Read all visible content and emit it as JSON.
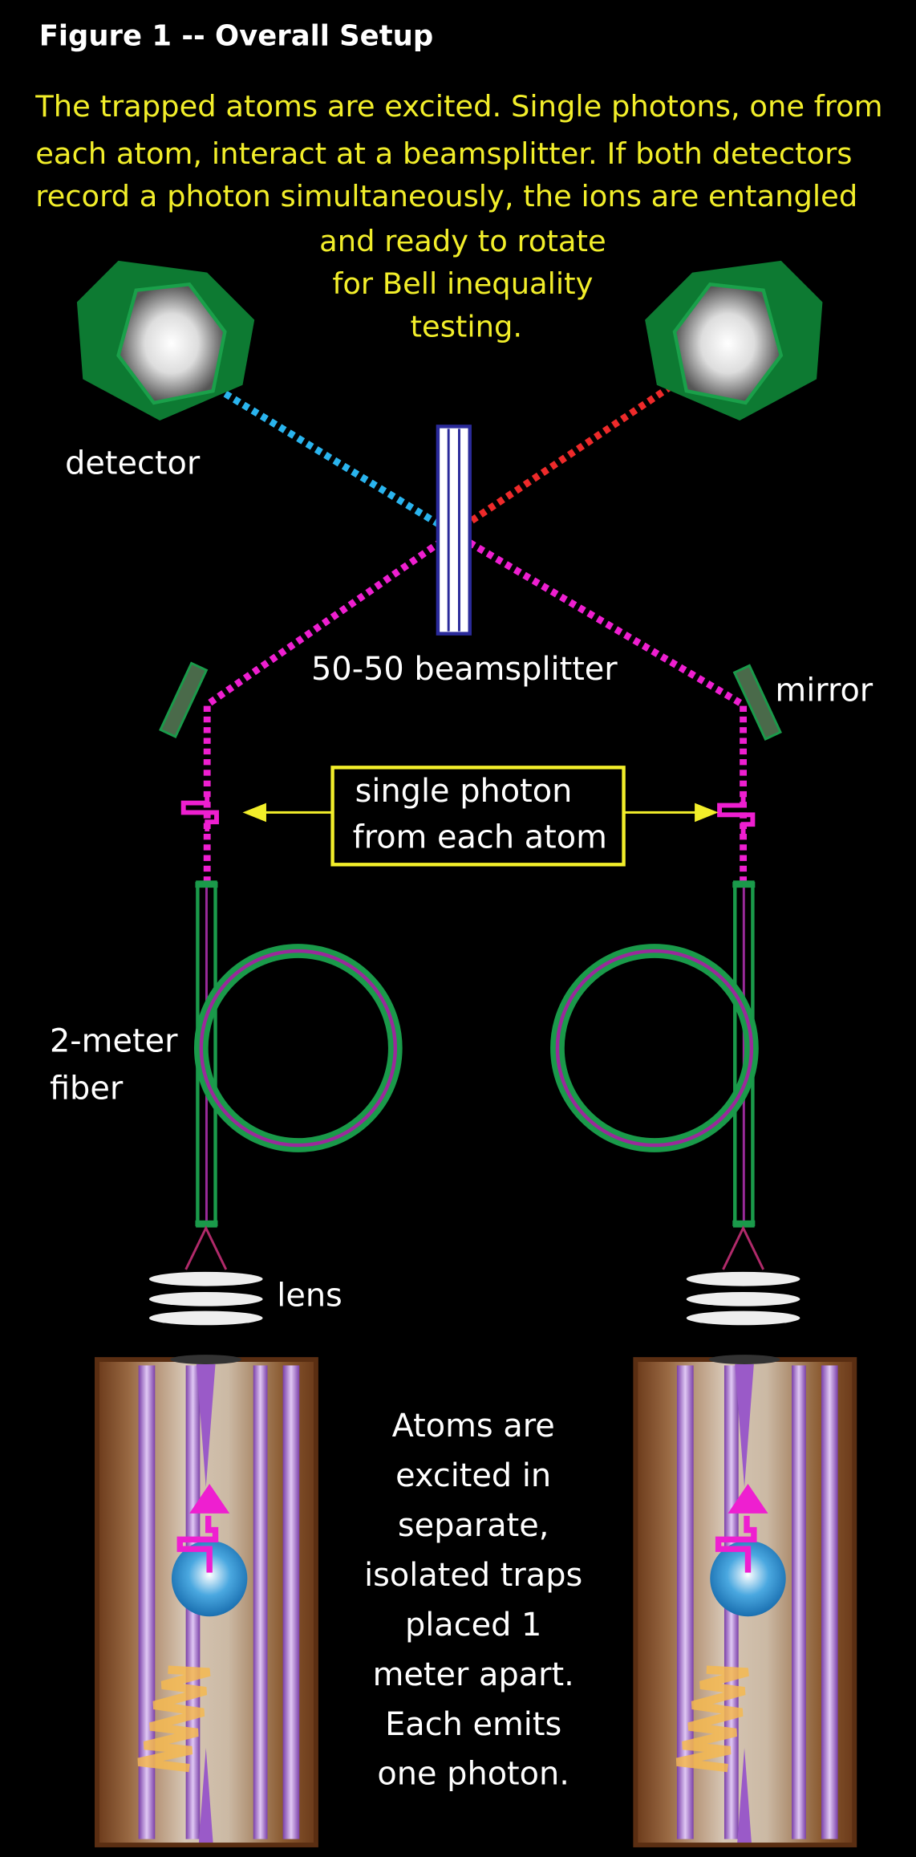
{
  "title": "Figure 1 -- Overall Setup",
  "intro": [
    "The trapped atoms are excited. Single photons, one from",
    "each atom, interact at a beamsplitter. If both detectors",
    "record a photon simultaneously, the ions are entangled",
    "and ready to rotate",
    "for Bell inequality",
    "testing."
  ],
  "labels": {
    "detector": "detector",
    "beamsplitter": "50-50 beamsplitter",
    "mirror": "mirror",
    "photon_box": [
      "single photon",
      "from each atom"
    ],
    "fiber": [
      "2-meter",
      "fiber"
    ],
    "lens": "lens"
  },
  "description": [
    "Atoms are",
    "excited in",
    "separate,",
    "isolated traps",
    "placed 1",
    "meter apart.",
    "Each emits",
    "one photon."
  ],
  "colors": {
    "accent": "#f2ee2a",
    "photon": "#ee1fd0",
    "fiber": "#1a9a4a",
    "detector": "#0f8a3a"
  }
}
